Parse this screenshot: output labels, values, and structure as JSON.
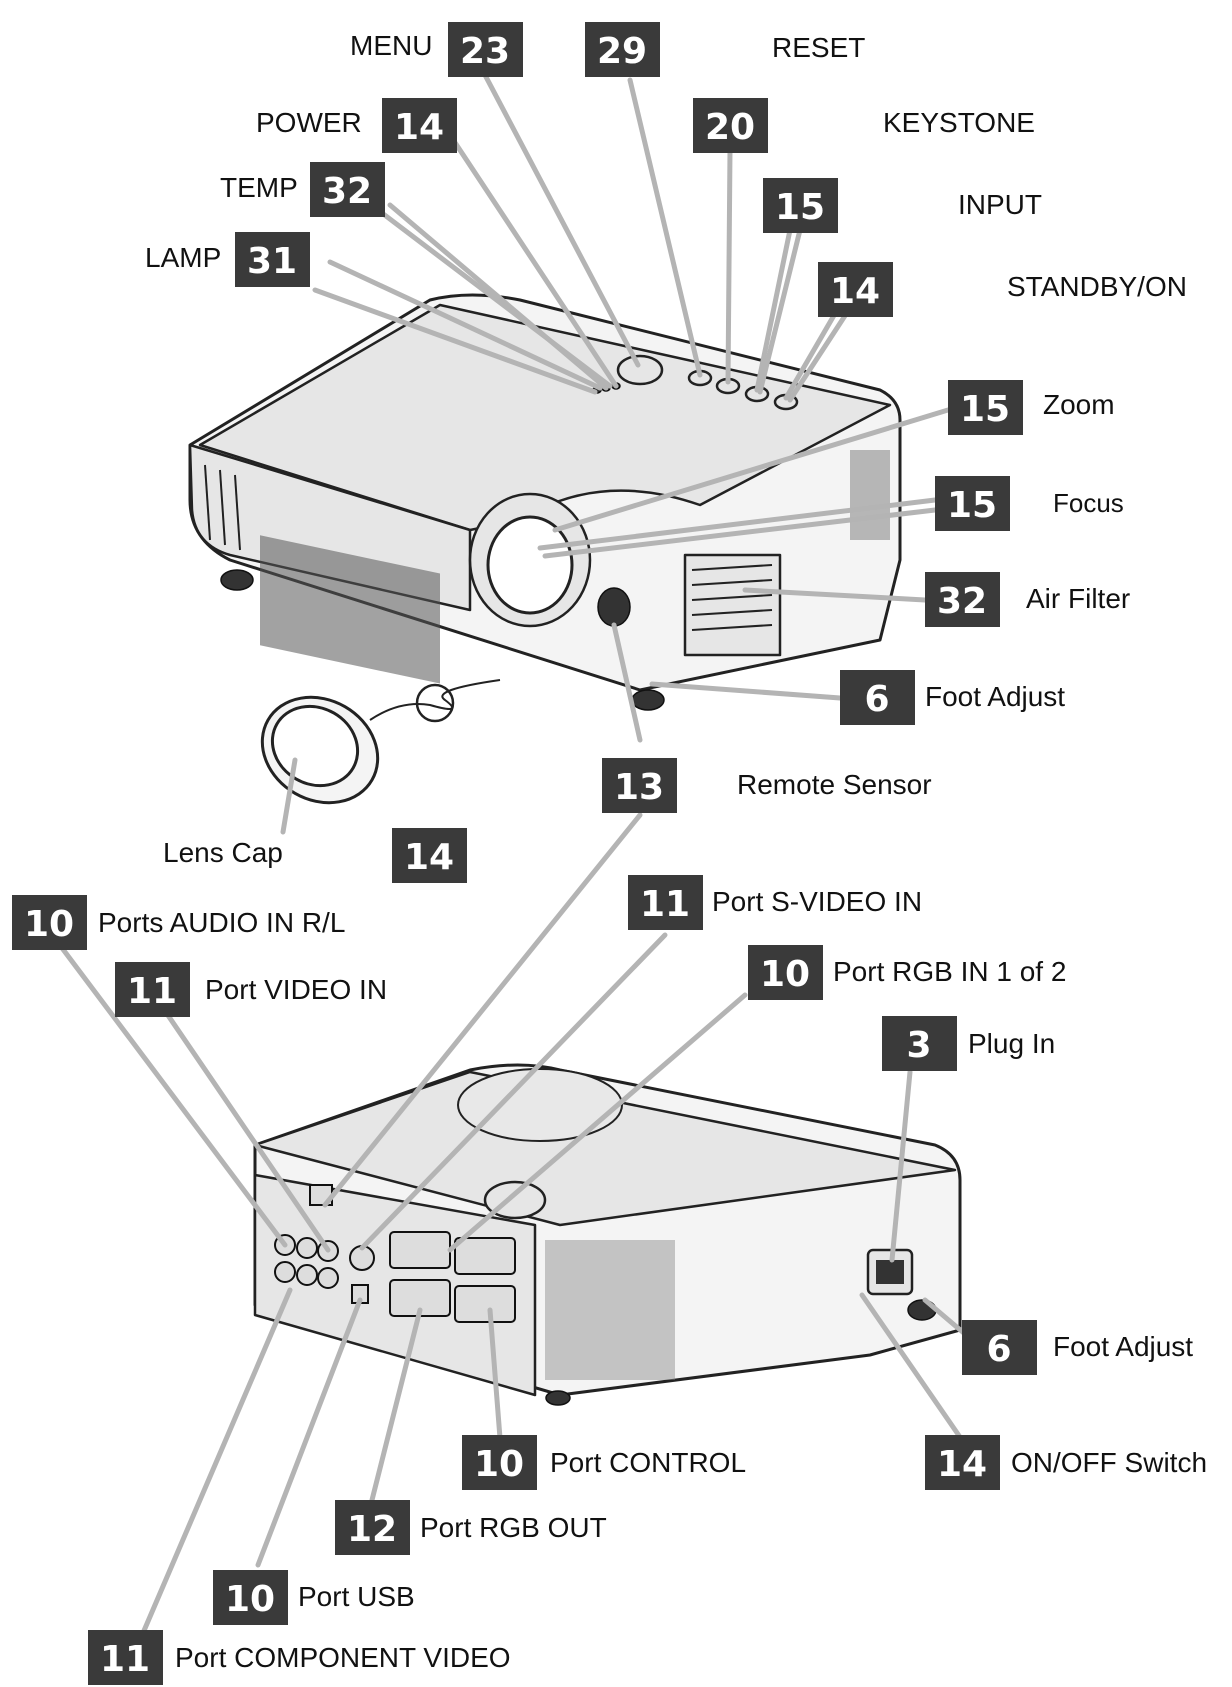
{
  "callouts": [
    {
      "id": "menu",
      "badge": "23",
      "label": "MENU"
    },
    {
      "id": "c29",
      "badge": "29",
      "label": ""
    },
    {
      "id": "reset",
      "badge": "",
      "label": "RESET"
    },
    {
      "id": "power",
      "badge": "14",
      "label": "POWER"
    },
    {
      "id": "keystone",
      "badge": "20",
      "label": "KEYSTONE"
    },
    {
      "id": "temp",
      "badge": "32",
      "label": "TEMP"
    },
    {
      "id": "input",
      "badge": "15",
      "label": "INPUT"
    },
    {
      "id": "lamp",
      "badge": "31",
      "label": "LAMP"
    },
    {
      "id": "standby",
      "badge": "14",
      "label": "STANDBY/ON"
    },
    {
      "id": "zoom",
      "badge": "15",
      "label": "Zoom"
    },
    {
      "id": "focus",
      "badge": "15",
      "label": "Focus"
    },
    {
      "id": "airfilter",
      "badge": "32",
      "label": "Air Filter"
    },
    {
      "id": "footadjust1",
      "badge": "6",
      "label": "Foot Adjust"
    },
    {
      "id": "remote",
      "badge": "13",
      "label": "Remote Sensor"
    },
    {
      "id": "lenscap",
      "badge": "14",
      "label": "Lens Cap"
    },
    {
      "id": "audio",
      "badge": "10",
      "label": "Ports AUDIO IN R/L"
    },
    {
      "id": "svideo",
      "badge": "11",
      "label": "Port S-VIDEO IN"
    },
    {
      "id": "videoin",
      "badge": "11",
      "label": "Port VIDEO IN"
    },
    {
      "id": "rgbin",
      "badge": "10",
      "label": "Port RGB IN 1 of 2"
    },
    {
      "id": "plugin",
      "badge": "3",
      "label": "Plug In"
    },
    {
      "id": "footadjust2",
      "badge": "6",
      "label": "Foot Adjust"
    },
    {
      "id": "control",
      "badge": "10",
      "label": "Port CONTROL"
    },
    {
      "id": "onoff",
      "badge": "14",
      "label": "ON/OFF Switch"
    },
    {
      "id": "rgbout",
      "badge": "12",
      "label": "Port RGB OUT"
    },
    {
      "id": "usb",
      "badge": "10",
      "label": "Port USB"
    },
    {
      "id": "component",
      "badge": "11",
      "label": "Port COMPONENT VIDEO"
    }
  ],
  "colors": {
    "badge": "#3a3a3a",
    "leader": "#b4b4b4",
    "outline": "#222222"
  }
}
